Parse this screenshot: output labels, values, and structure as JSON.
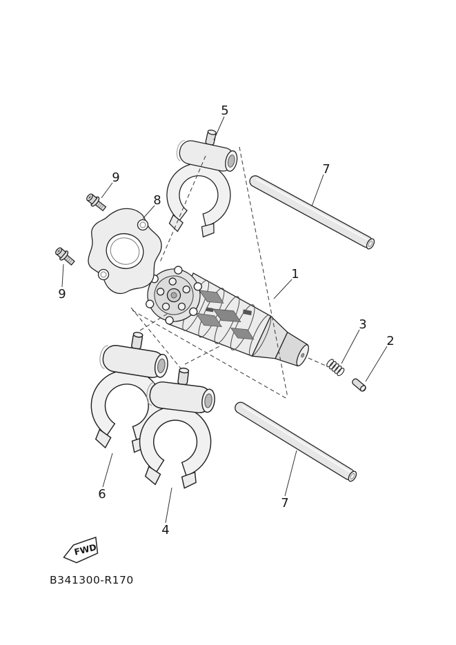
{
  "diagram": {
    "drawing_number": "B341300-R170",
    "fwd_label": "FWD",
    "callouts": [
      {
        "label": "5"
      },
      {
        "label": "7"
      },
      {
        "label": "9"
      },
      {
        "label": "8"
      },
      {
        "label": "9"
      },
      {
        "label": "1"
      },
      {
        "label": "3"
      },
      {
        "label": "2"
      },
      {
        "label": "6"
      },
      {
        "label": "4"
      },
      {
        "label": "7"
      }
    ]
  }
}
